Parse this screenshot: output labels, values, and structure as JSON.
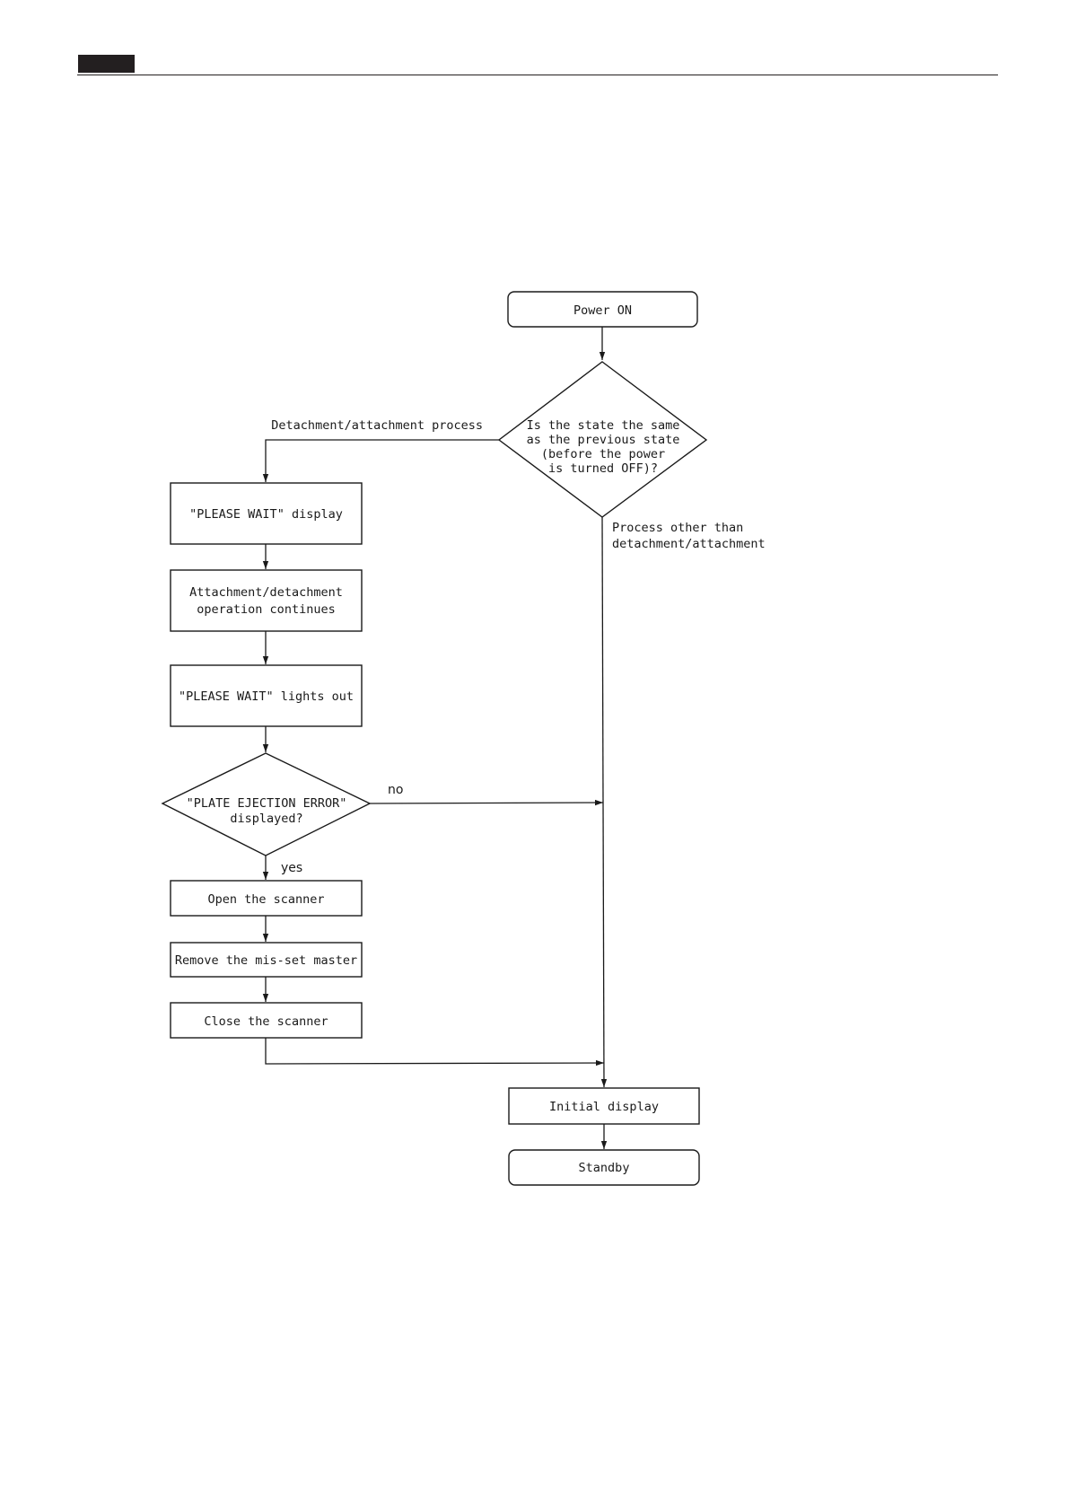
{
  "header": {
    "tab_color": "#231f20"
  },
  "flowchart": {
    "nodes": {
      "power_on": "Power ON",
      "state_check": [
        "Is the state the same",
        "as the previous state",
        "(before the power",
        "is turned OFF)?"
      ],
      "please_wait_display": "\"PLEASE WAIT\" display",
      "operation_continues": [
        "Attachment/detachment",
        "operation continues"
      ],
      "please_wait_out": "\"PLEASE WAIT\" lights out",
      "plate_error_check": [
        "\"PLATE EJECTION ERROR\"",
        "displayed?"
      ],
      "open_scanner": "Open the scanner",
      "remove_master": "Remove the mis-set master",
      "close_scanner": "Close the scanner",
      "initial_display": "Initial display",
      "standby": "Standby"
    },
    "labels": {
      "detach_process": "Detachment/attachment process",
      "other_process": [
        "Process other than",
        "detachment/attachment"
      ],
      "no": "no",
      "yes": "yes"
    }
  }
}
